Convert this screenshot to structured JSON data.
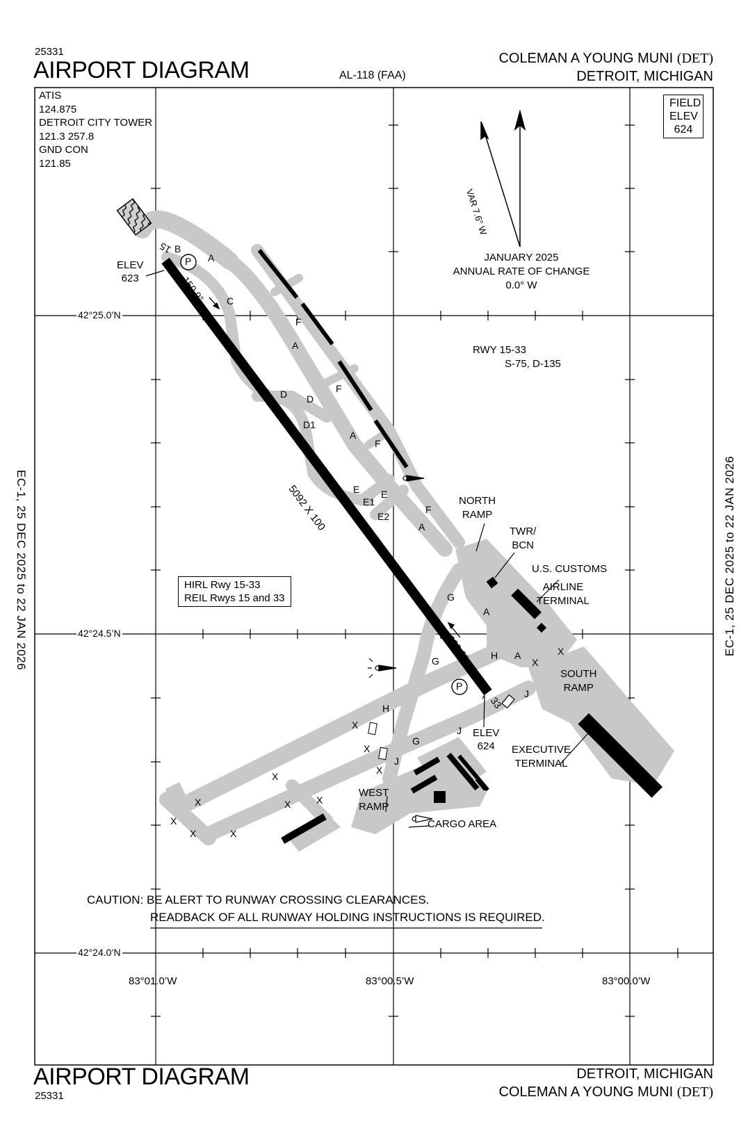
{
  "header": {
    "procedure_number": "25331",
    "title": "AIRPORT DIAGRAM",
    "chart_code": "AL-118 (FAA)",
    "airport_name": "COLEMAN A YOUNG MUNI",
    "airport_id": "(DET)",
    "city_state": "DETROIT, MICHIGAN"
  },
  "footer": {
    "procedure_number": "25331",
    "title": "AIRPORT DIAGRAM",
    "airport_name": "COLEMAN A YOUNG MUNI",
    "airport_id": "(DET)",
    "city_state": "DETROIT, MICHIGAN"
  },
  "side_notes": {
    "left": "EC-1,  25 DEC 2025  to  22 JAN 2026",
    "right": "EC-1,  25 DEC 2025  to  22 JAN 2026"
  },
  "communications": [
    "ATIS",
    "124.875",
    "DETROIT CITY TOWER",
    "121.3  257.8",
    "GND CON",
    "121.85"
  ],
  "field_elev": {
    "line1": "FIELD",
    "line2": "ELEV",
    "value": "624"
  },
  "magnetic_variation": {
    "var_label": "VAR 7.6° W",
    "date": "JANUARY 2025",
    "annual_change_label": "ANNUAL RATE OF CHANGE",
    "annual_change": "0.0° W"
  },
  "runway": {
    "designation_label": "RWY 15-33",
    "strength": "S-75, D-135",
    "dimensions": "5092 X 100",
    "end_15": {
      "number": "15",
      "heading": "150.9°",
      "elev_label": "ELEV",
      "elev": "623"
    },
    "end_33": {
      "number": "33",
      "heading": "330.9°",
      "elev_label": "ELEV",
      "elev": "624"
    },
    "lighting": [
      "HIRL Rwy 15-33",
      "REIL Rwys 15 and 33"
    ]
  },
  "taxiways": {
    "B": "B",
    "A": "A",
    "C": "C",
    "F": "F",
    "D": "D",
    "D1": "D1",
    "E": "E",
    "E1": "E1",
    "E2": "E2",
    "G": "G",
    "H": "H",
    "J": "J"
  },
  "parking_symbol": "P",
  "closed_marker": "X",
  "facilities": {
    "north_ramp": [
      "NORTH",
      "RAMP"
    ],
    "twr_bcn": [
      "TWR/",
      "BCN"
    ],
    "us_customs": "U.S. CUSTOMS",
    "airline_terminal": [
      "AIRLINE",
      "TERMINAL"
    ],
    "south_ramp": [
      "SOUTH",
      "RAMP"
    ],
    "executive_terminal": [
      "EXECUTIVE",
      "TERMINAL"
    ],
    "west_ramp": [
      "WEST",
      "RAMP"
    ],
    "cargo_area": "CARGO AREA"
  },
  "coordinates": {
    "lat_top": "42°25.0’N",
    "lat_mid": "42°24.5’N",
    "lat_bottom": "42°24.0’N",
    "lon_left": "83°01.0’W",
    "lon_mid": "83°00.5’W",
    "lon_right": "83°00.0’W"
  },
  "caution": {
    "line1": "CAUTION: BE ALERT TO RUNWAY CROSSING CLEARANCES.",
    "line2": "READBACK OF ALL RUNWAY HOLDING INSTRUCTIONS IS REQUIRED."
  },
  "colors": {
    "pavement": "#c8c8c8",
    "runway": "#000000",
    "frame": "#000000"
  }
}
